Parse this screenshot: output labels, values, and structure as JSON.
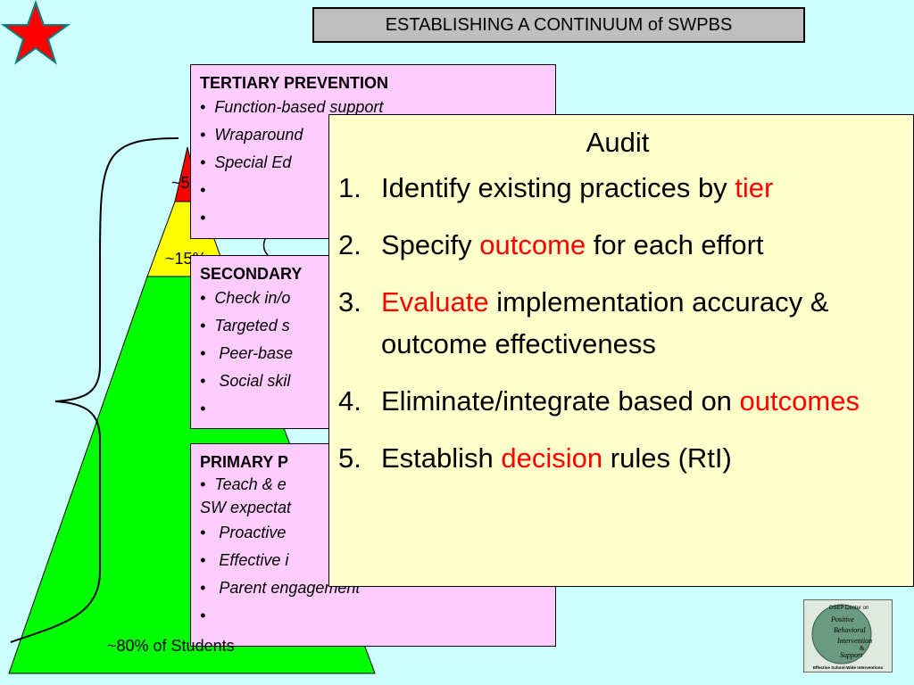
{
  "slide_title": "ESTABLISHING A CONTINUUM of SWPBS",
  "colors": {
    "background": "#ccffff",
    "tier_tertiary": "#ff0000",
    "tier_secondary": "#ffff00",
    "tier_primary": "#00ff00",
    "box_pink": "#ffccff",
    "audit_box": "#ffffcc",
    "star": "#ff0000"
  },
  "pyramid": {
    "tertiary_pct": "~5",
    "secondary_pct": "~15%",
    "primary_pct": "~80% of Students"
  },
  "tertiary": {
    "header": "TERTIARY PREVENTION",
    "items": [
      "Function-based support",
      "Wraparound",
      "Special Ed",
      "",
      ""
    ]
  },
  "secondary": {
    "header": "SECONDARY",
    "items": [
      "Check in/o",
      "Targeted s",
      "Peer-base",
      "Social skil",
      ""
    ]
  },
  "primary": {
    "header": "PRIMARY P",
    "items": [
      "Teach & e",
      "SW expectat",
      "Proactive",
      "Effective i",
      "Parent engagement",
      ""
    ]
  },
  "audit": {
    "title": "Audit",
    "items": [
      {
        "num": "1.",
        "before": "Identify existing practices by ",
        "red": "tier",
        "after": ""
      },
      {
        "num": "2.",
        "before": "Specify ",
        "red": "outcome",
        "after": " for each effort"
      },
      {
        "num": "3.",
        "before": "",
        "red": "Evaluate",
        "after": " implementation accuracy & outcome effectiveness"
      },
      {
        "num": "4.",
        "before": "Eliminate/integrate based on ",
        "red": "outcomes",
        "after": ""
      },
      {
        "num": "5.",
        "before": "Establish ",
        "red": "decision",
        "after": " rules (RtI)"
      }
    ]
  },
  "logo": {
    "line1": "OSEP Center on",
    "line2": "Positive",
    "line3": "Behavioral",
    "line4": "Intervention",
    "line5": "&",
    "line6": "Support",
    "tagline": "Effective School-Wide Interventions"
  }
}
